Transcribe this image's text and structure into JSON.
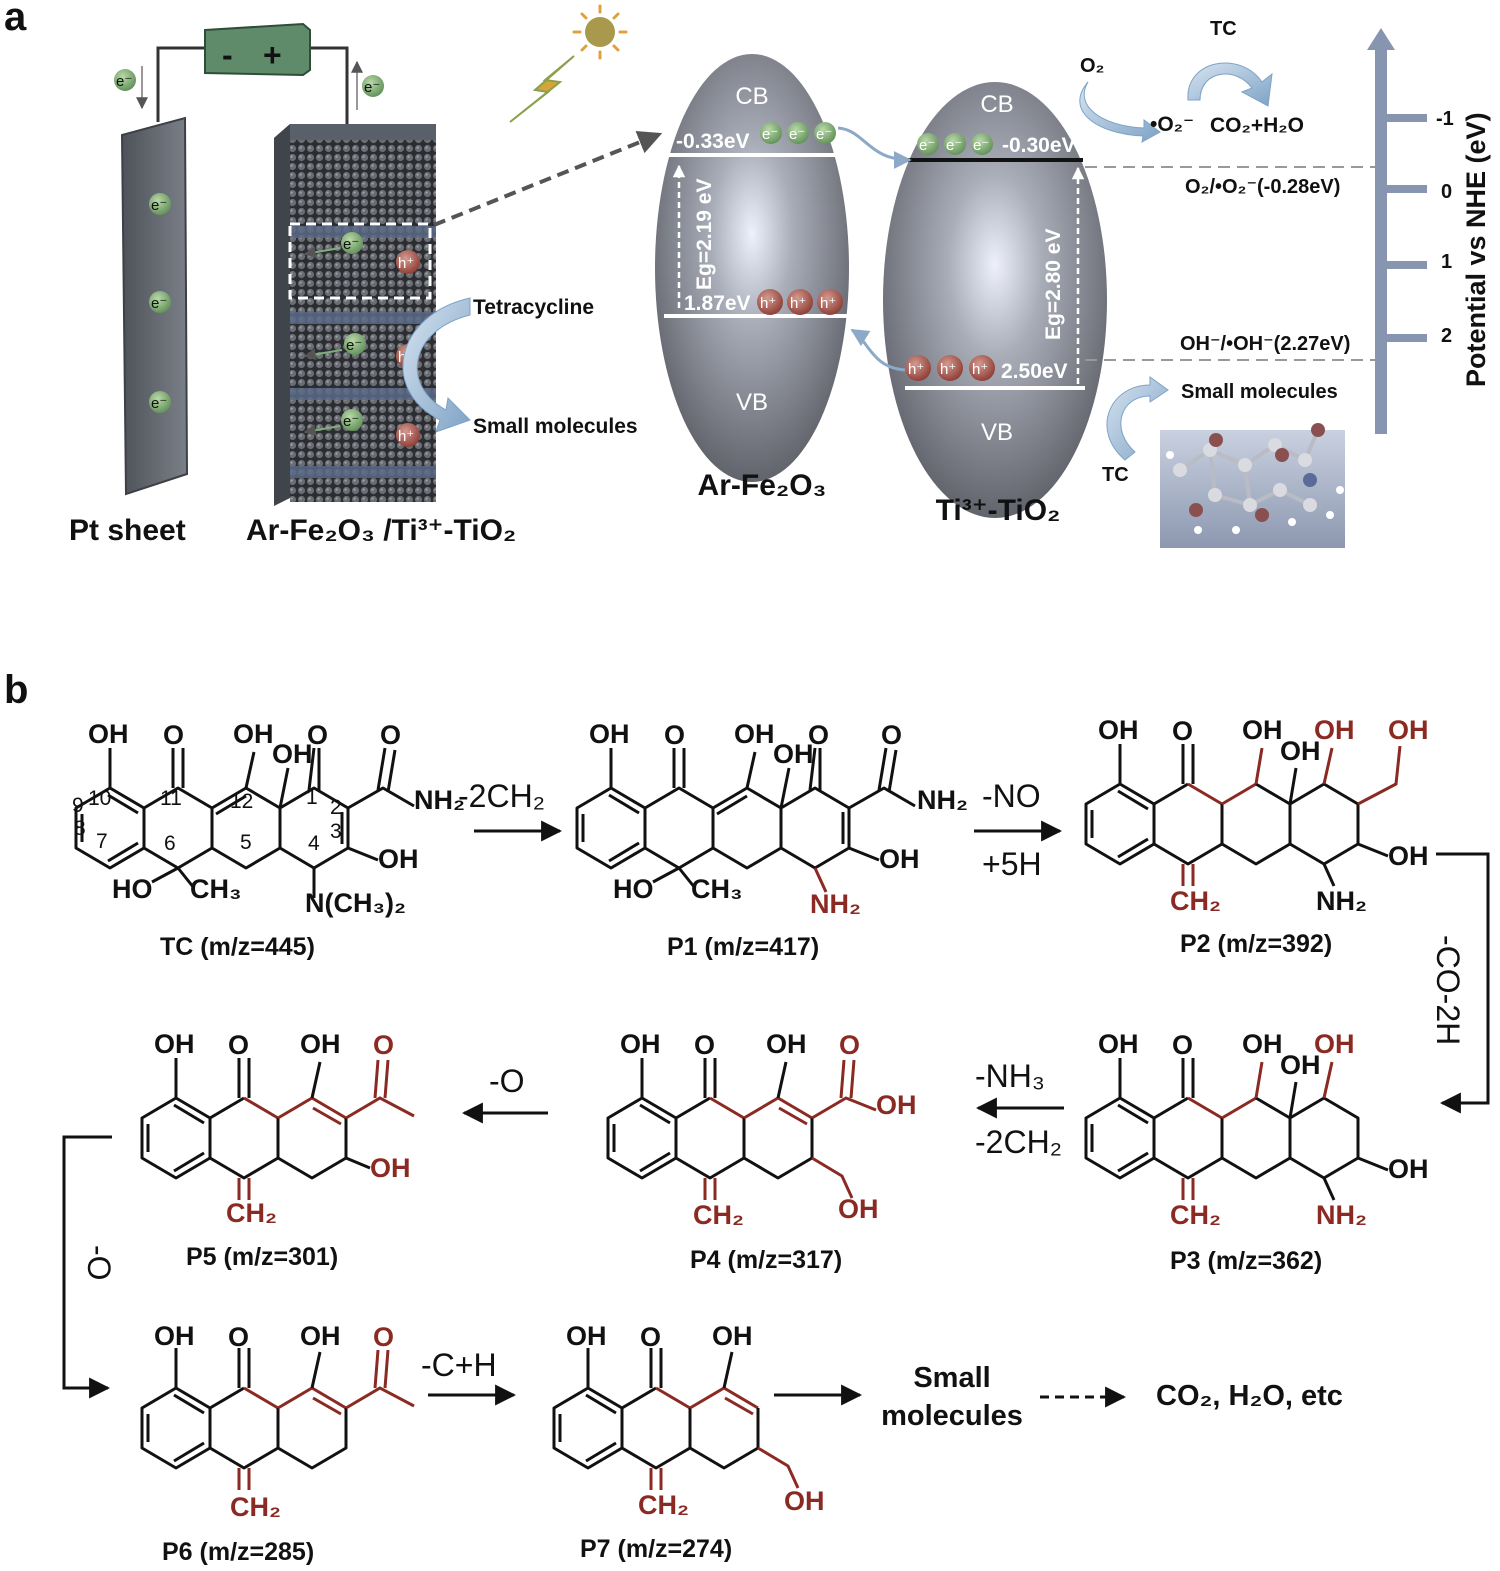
{
  "panel_a": {
    "letter": "a",
    "electron": "e⁻",
    "hole": "h⁺",
    "battery_minus": "-",
    "battery_plus": "+",
    "pt_sheet": "Pt sheet",
    "composite": "Ar-Fe₂O₃ /Ti³⁺-TiO₂",
    "tetracycline": "Tetracycline",
    "small_molecules_left": "Small molecules",
    "fe_cb": "CB",
    "fe_vb": "VB",
    "fe_cb_level": "-0.33eV",
    "fe_vb_level": "1.87eV",
    "fe_gap": "Eg=2.19 eV",
    "fe_name": "Ar-Fe₂O₃",
    "ti_cb": "CB",
    "ti_vb": "VB",
    "ti_cb_level": "-0.30eV",
    "ti_vb_level": "2.50eV",
    "ti_gap": "Eg=2.80 eV",
    "ti_name": "Ti³⁺-TiO₂",
    "o2": "O₂",
    "superoxide": "•O₂⁻",
    "tc_top": "TC",
    "co2_h2o": "CO₂+H₂O",
    "o2_couple": "O₂/•O₂⁻(-0.28eV)",
    "oh_couple": "OH⁻/•OH⁻(2.27eV)",
    "small_molecules_right": "Small molecules",
    "tc_bottom": "TC",
    "scale_title": "Potential  vs NHE (eV)",
    "scale_ticks": [
      "-1",
      "0",
      "1",
      "2"
    ]
  },
  "panel_b": {
    "letter": "b",
    "captions": {
      "tc": "TC (m/z=445)",
      "p1": "P1 (m/z=417)",
      "p2": "P2 (m/z=392)",
      "p3": "P3 (m/z=362)",
      "p4": "P4 (m/z=317)",
      "p5": "P5 (m/z=301)",
      "p6": "P6 (m/z=285)",
      "p7": "P7 (m/z=274)"
    },
    "steps": {
      "s1": "-2CH₂",
      "s2a": "-NO",
      "s2b": "+5H",
      "s3": "-CO-2H",
      "s4a": "-NH₃",
      "s4b": "-2CH₂",
      "s5": "-O",
      "s6": "-O",
      "s7": "-C+H"
    },
    "end_small": "Small",
    "end_molecules": "molecules",
    "end_products": "CO₂, H₂O, etc",
    "atoms": {
      "OH": "OH",
      "O": "O",
      "NH2": "NH₂",
      "CH3": "CH₃",
      "HO": "HO",
      "CH2": "CH₂",
      "NMe2": "N(CH₃)₂"
    },
    "numbering": [
      "1",
      "2",
      "3",
      "4",
      "5",
      "6",
      "7",
      "8",
      "9",
      "10",
      "11",
      "12"
    ]
  }
}
